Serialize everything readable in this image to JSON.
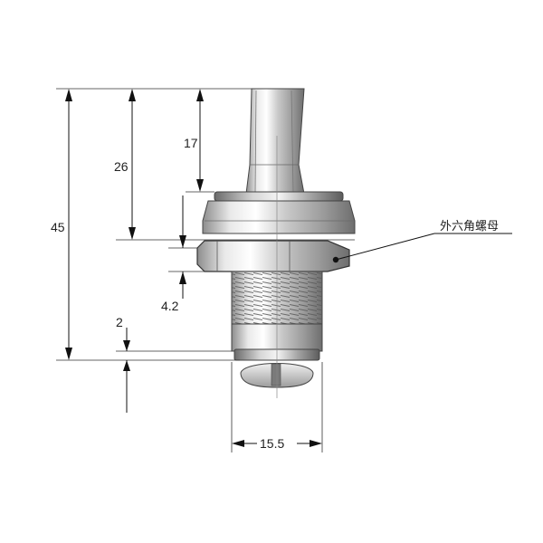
{
  "dimensions": {
    "overall_height": "45",
    "upper_height": "26",
    "shaft_height": "17",
    "nut_thickness": "4.2",
    "cam_thickness": "2",
    "body_width": "15.5"
  },
  "callout": {
    "label": "外六角螺母"
  }
}
